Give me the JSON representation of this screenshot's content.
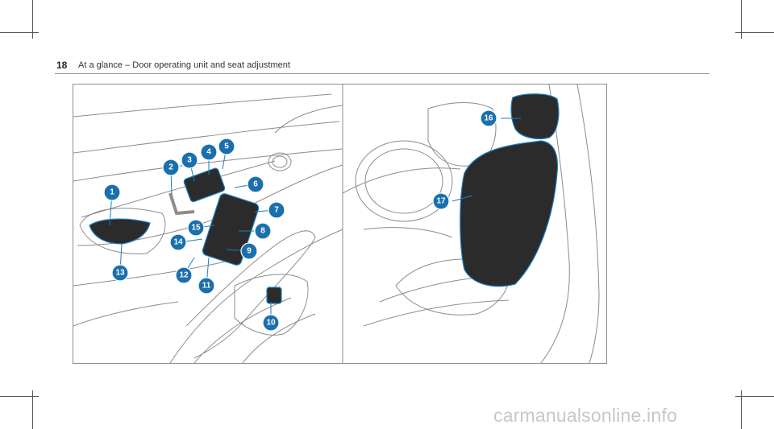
{
  "header": {
    "page_number": "18",
    "title": "At a glance – Door operating unit and seat adjustment"
  },
  "figure": {
    "door_callouts": [
      "1",
      "2",
      "3",
      "4",
      "5",
      "6",
      "7",
      "8",
      "9",
      "10",
      "11",
      "12",
      "13",
      "14",
      "15"
    ],
    "seat_callouts": [
      "16",
      "17"
    ]
  },
  "watermark": "carmanualsonline.info",
  "colors": {
    "accent": "#1a7fc1",
    "callout_fill": "#1a6fae",
    "line": "#8c8c8c",
    "dark_part": "#2b2b2b"
  }
}
